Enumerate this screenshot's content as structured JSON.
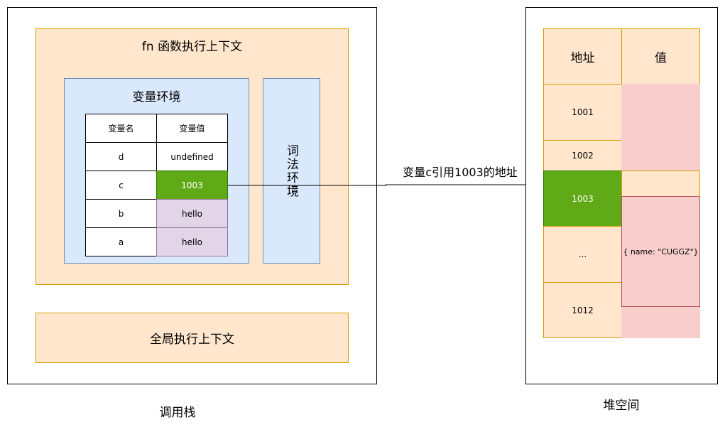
{
  "call_stack": {
    "label": "调用栈",
    "fn_context": {
      "title": "fn 函数执行上下文",
      "variable_env": {
        "title": "变量环境",
        "headers": [
          "变量名",
          "变量值"
        ],
        "rows": [
          {
            "name": "d",
            "value": "undefined"
          },
          {
            "name": "c",
            "value": "1003"
          },
          {
            "name": "b",
            "value": "hello"
          },
          {
            "name": "a",
            "value": "hello"
          }
        ]
      },
      "lexical_env": "词法环境"
    },
    "global_context": "全局执行上下文"
  },
  "arrow_label": "变量c引用1003的地址",
  "heap": {
    "label": "堆空间",
    "headers": [
      "地址",
      "值"
    ],
    "addresses": [
      "1001",
      "1002",
      "1003",
      "...",
      "1012"
    ],
    "object": "{  name: \"CUGGZ\"}"
  },
  "colors": {
    "context_fill": "#ffe6cc",
    "context_stroke": "#d79b00",
    "env_fill": "#dae8fc",
    "env_stroke": "#6c8ebf",
    "reference_fill": "#60a917",
    "string_fill": "#e1d5e7",
    "heap_value_fill": "#f8cecc",
    "object_stroke": "#b85450"
  }
}
